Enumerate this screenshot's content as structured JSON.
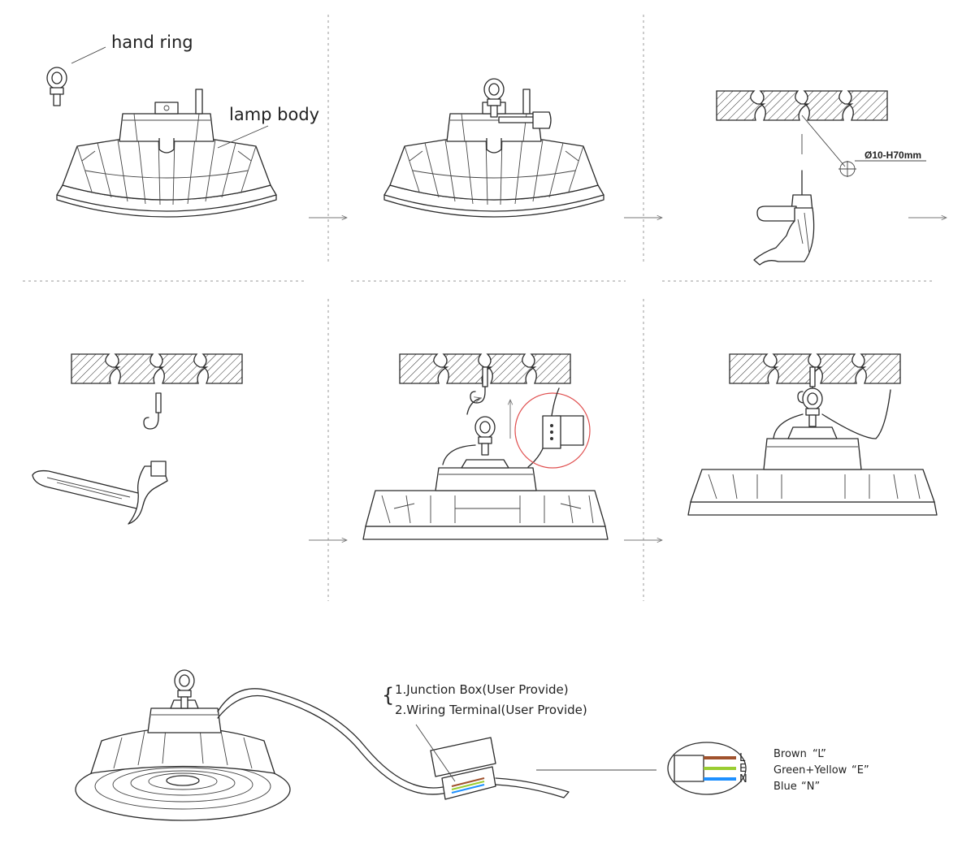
{
  "labels": {
    "hand_ring": "hand ring",
    "lamp_body": "lamp body",
    "drill_spec": "Ø10-H70mm",
    "junction_box": "1.Junction Box(User Provide)",
    "wiring_terminal": "2.Wiring Terminal(User Provide)"
  },
  "wires": [
    {
      "name": "Brown",
      "code": "“L”",
      "letter": "L",
      "color": "#a0522d"
    },
    {
      "name": "Green+Yellow",
      "code": "“E”",
      "letter": "E",
      "color": "#9acd32"
    },
    {
      "name": "Blue",
      "code": "“N”",
      "letter": "N",
      "color": "#1e90ff"
    }
  ],
  "colors": {
    "highlight_circle": "#e05050",
    "line": "#2a2a2a"
  },
  "icons": [
    "eye-bolt-icon",
    "ceiling-hatch-icon",
    "drill-icon",
    "hook-icon",
    "hammer-icon",
    "junction-box-icon",
    "wire-end-icon"
  ]
}
